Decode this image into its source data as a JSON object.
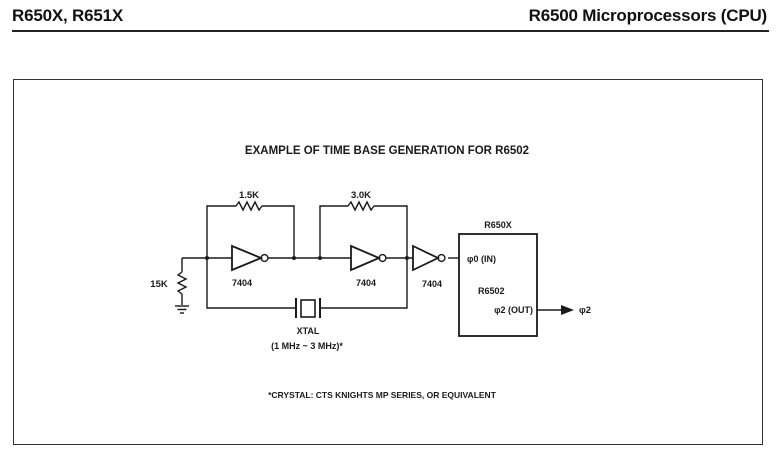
{
  "header": {
    "left_title": "R650X, R651X",
    "right_title": "R6500 Microprocessors (CPU)"
  },
  "figure": {
    "title": "EXAMPLE OF TIME BASE GENERATION FOR R6502",
    "resistors": {
      "r_pulldown": "15K",
      "r_feedback_1": "1.5K",
      "r_feedback_2": "3.0K"
    },
    "inverters": [
      "7404",
      "7404",
      "7404"
    ],
    "crystal": {
      "label": "XTAL",
      "frequency": "(1 MHz ~ 3 MHz)*"
    },
    "chip": {
      "family_label": "R650X",
      "part_label": "R6502",
      "input_pin": "φ0 (IN)",
      "output_pin": "φ2 (OUT)",
      "output_signal": "φ2"
    },
    "footnote": "*CRYSTAL: CTS KNIGHTS MP SERIES, OR EQUIVALENT"
  }
}
